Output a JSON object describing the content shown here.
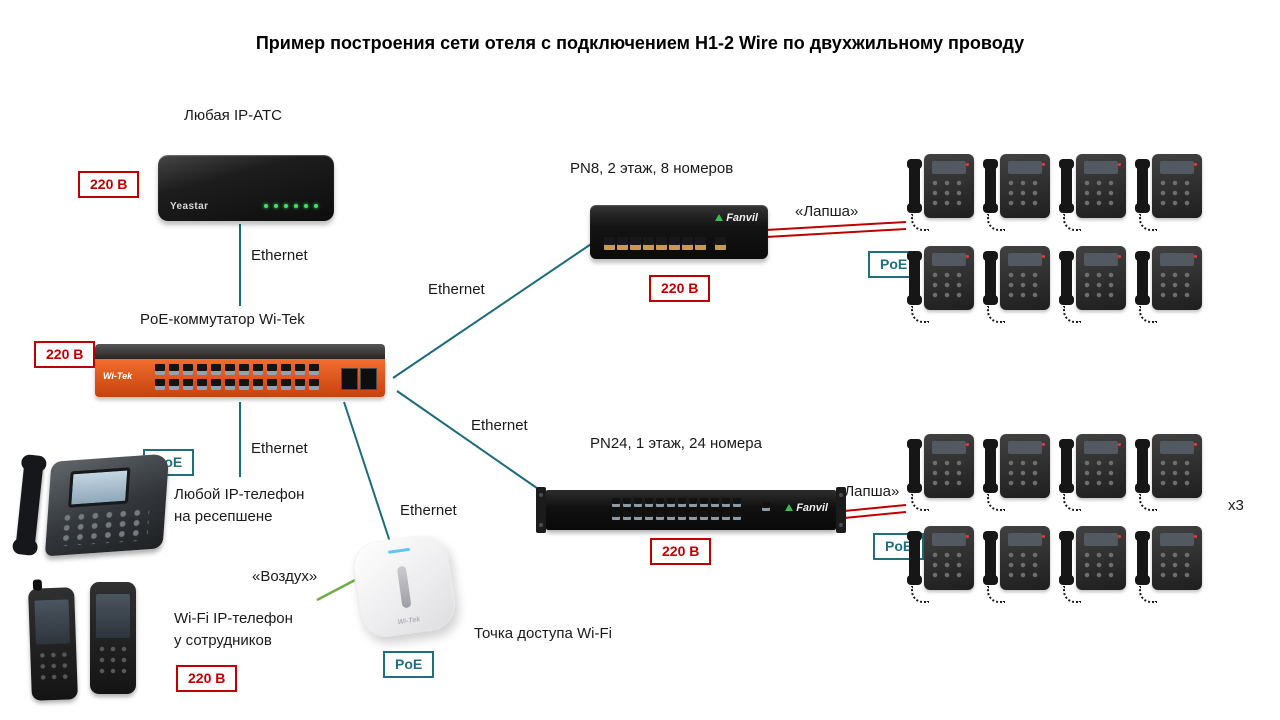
{
  "title": "Пример построения сети отеля с подключением H1-2 Wire по двухжильному проводу",
  "badges": {
    "power": "220 В",
    "poe": "PoE"
  },
  "labels": {
    "pbx": "Любая IP-АТС",
    "core_switch": "PoE-коммутатор Wi-Tek",
    "reception_phone": "Любой IP-телефон\nна ресепшене",
    "wifi_phone": "Wi-Fi IP-телефон\nу сотрудников",
    "air": "«Воздух»",
    "access_point": "Точка доступа Wi-Fi",
    "pn8": "PN8, 2 этаж, 8 номеров",
    "pn24": "PN24, 1 этаж, 24 номера",
    "lapsha": "«Лапша»",
    "ethernet": "Ethernet",
    "multiplier": "x3"
  },
  "brands": {
    "pbx": "Yeastar",
    "switch": "Wi-Tek",
    "floor_switch": "Fanvil",
    "access_point": "Wi-Tek"
  },
  "colors": {
    "ethernet-line": "#1b6a7d",
    "air-line": "#70ad47",
    "lapsha-line": "#c00000",
    "power-badge": "#c00000",
    "poe-badge": "#1f6f7f"
  }
}
